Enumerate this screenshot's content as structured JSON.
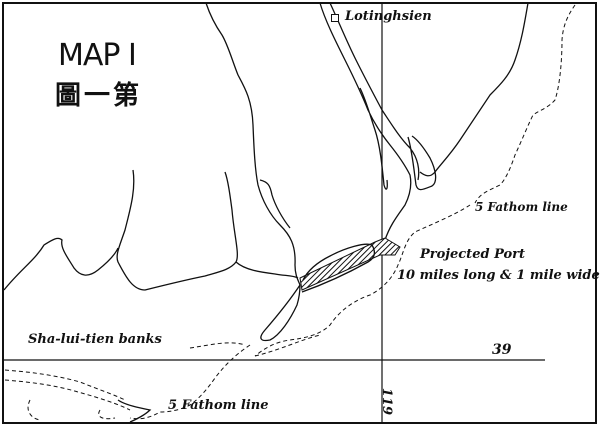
{
  "map": {
    "title": "MAP I",
    "subtitle_cjk": "圖一第",
    "places": {
      "town": "Lotinghsien",
      "banks": "Sha-lui-tien banks"
    },
    "annotations": {
      "fathom_upper": "5 Fathom line",
      "fathom_lower": "5 Fathom line",
      "port_title": "Projected Port",
      "port_desc": "10 miles long & 1 mile wide"
    },
    "grid": {
      "latitude": "39",
      "longitude": "119"
    },
    "colors": {
      "ink": "#111111",
      "paper": "#ffffff"
    }
  }
}
